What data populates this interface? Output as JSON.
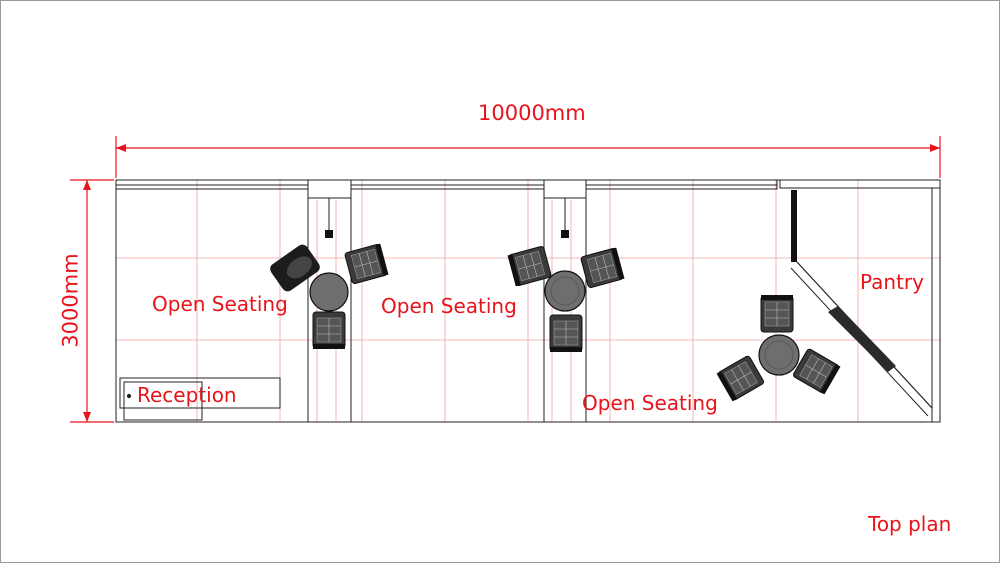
{
  "dimensions": {
    "width_label": "10000mm",
    "height_label": "3000mm"
  },
  "zones": {
    "seating_1": "Open Seating",
    "seating_2": "Open Seating",
    "seating_3": "Open Seating",
    "reception": "Reception",
    "pantry": "Pantry"
  },
  "view_label": "Top plan",
  "colors": {
    "annotation": "#e8141c",
    "guide": "#f2a0a0",
    "line": "#222222",
    "furniture": "#3a3a3a",
    "table": "#6e6e6e"
  }
}
